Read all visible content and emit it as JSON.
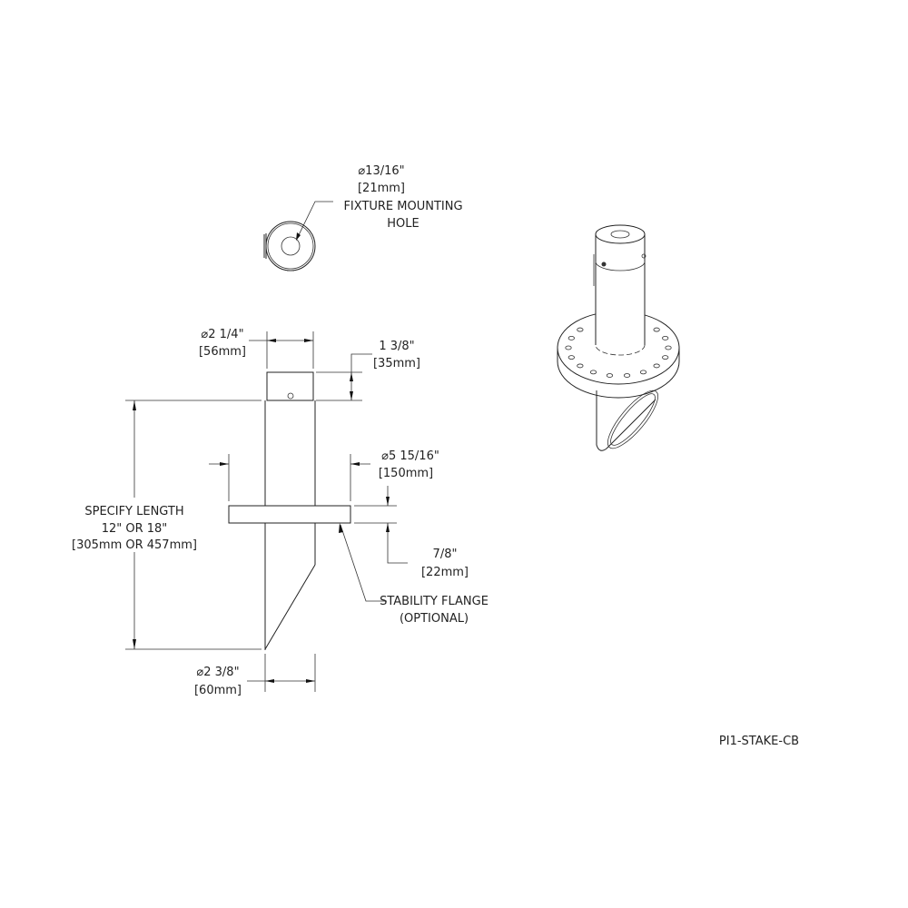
{
  "top_view": {
    "hole_diameter_in": "⌀13/16\"",
    "hole_diameter_mm": "[21mm]",
    "label_line1": "FIXTURE MOUNTING",
    "label_line2": "HOLE"
  },
  "side_view": {
    "cap_diameter_in": "⌀2 1/4\"",
    "cap_diameter_mm": "[56mm]",
    "cap_height_in": "1 3/8\"",
    "cap_height_mm": "[35mm]",
    "length_line1": "SPECIFY LENGTH",
    "length_line2": "12\" OR 18\"",
    "length_line3": "[305mm OR 457mm]",
    "flange_diameter_in": "⌀5 15/16\"",
    "flange_diameter_mm": "[150mm]",
    "flange_thickness_in": "7/8\"",
    "flange_thickness_mm": "[22mm]",
    "flange_label_line1": "STABILITY FLANGE",
    "flange_label_line2": "(OPTIONAL)",
    "tube_diameter_in": "⌀2 3/8\"",
    "tube_diameter_mm": "[60mm]"
  },
  "part_number": "PI1-STAKE-CB"
}
